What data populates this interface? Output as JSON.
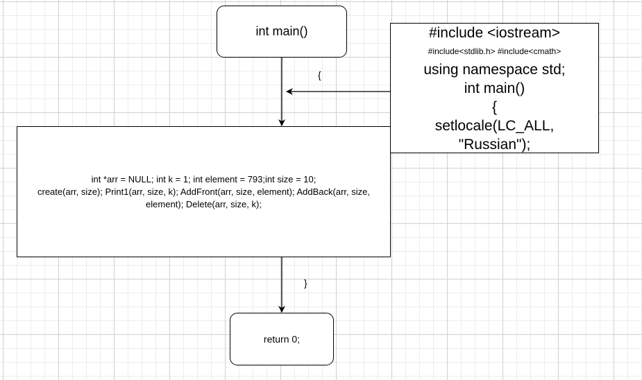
{
  "diagram": {
    "start_node": {
      "label": "int main()"
    },
    "main_node": {
      "lines": [
        "int *arr = NULL; int k = 1;  int element = 793;int size = 10;",
        "create(arr, size); Print1(arr, size, k); AddFront(arr, size, element); AddBack(arr, size, element); Delete(arr, size, k);"
      ]
    },
    "end_node": {
      "label": "return 0;"
    },
    "includes_node": {
      "line1": "#include <iostream>",
      "line2": "#include<stdlib.h> #include<cmath>",
      "line3": "using namespace std;",
      "line4": "int main()",
      "line5": "{",
      "line6": "setlocale(LC_ALL,",
      "line7": "\"Russian\");"
    },
    "edge_labels": {
      "open_brace": "{",
      "close_brace": "}"
    },
    "colors": {
      "stroke": "#000000",
      "node_fill": "#ffffff",
      "grid_major": "#d0d0d0",
      "grid_minor": "#ececec"
    }
  }
}
